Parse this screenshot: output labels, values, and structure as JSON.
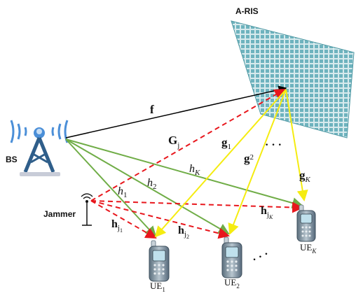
{
  "labels": {
    "ris": "A-RIS",
    "bs": "BS",
    "jammer": "Jammer",
    "f": "f",
    "G": "G",
    "G_sub": "j",
    "g1": "g",
    "g1_sub": "1",
    "g2": "g",
    "g2_sub": "2",
    "gK": "g",
    "gK_sub": "K",
    "hK": "h",
    "hK_sub": "K",
    "h1": "h",
    "h1_sub": "1",
    "h2": "h",
    "h2_sub": "2",
    "hj1": "h",
    "hj1_sub": "j",
    "hj1_subsub": "1",
    "hj2": "h",
    "hj2_sub": "j",
    "hj2_subsub": "2",
    "hjK": "h",
    "hjK_sub": "j",
    "hjK_subsub": "K",
    "ue1": "UE",
    "ue1_sub": "1",
    "ue2": "UE",
    "ue2_sub": "2",
    "ueK": "UE",
    "ueK_sub": "K",
    "dots_ris": "· · ·",
    "dots_ue": "· · ·"
  },
  "colors": {
    "link_bs_ue": "#70ad47",
    "link_jammer": "#e8171d",
    "link_ris_ue": "#f5ec10",
    "link_bs_ris": "#000000",
    "ris_tile": "#4fa3b0",
    "ris_grid": "#cfe6ea",
    "tower": "#2f5e8a",
    "signal": "#4b8fd8"
  }
}
